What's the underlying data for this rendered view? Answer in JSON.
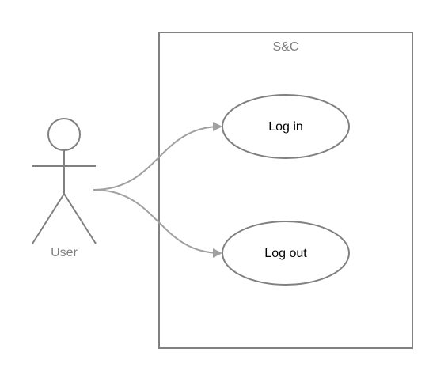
{
  "system": {
    "title": "S&C"
  },
  "actor": {
    "label": "User"
  },
  "use_cases": [
    {
      "label": "Log in"
    },
    {
      "label": "Log out"
    }
  ],
  "colors": {
    "boundary": "#808080",
    "actor": "#808080",
    "connector": "#a0a0a0",
    "use_case_border": "#808080",
    "use_case_text": "#000000"
  }
}
